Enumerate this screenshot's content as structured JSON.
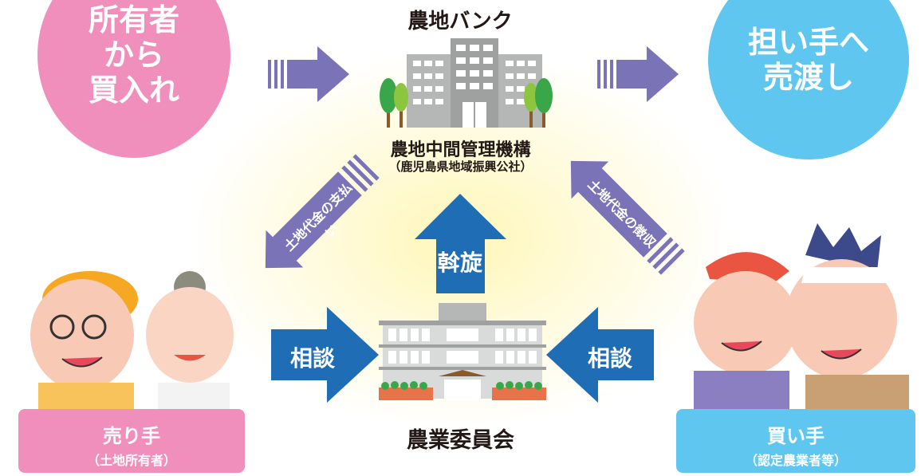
{
  "owner_circle": {
    "lines": [
      "所有者",
      "から",
      "買入れ"
    ]
  },
  "buyer_circle": {
    "lines": [
      "担い手へ",
      "売渡し"
    ]
  },
  "bank": {
    "title": "農地バンク",
    "name": "農地中間管理機構",
    "sub": "（鹿児島県地域振興公社）"
  },
  "committee": {
    "name": "農業委員会"
  },
  "arrows": {
    "mediation": "斡旋",
    "consult_left": "相談",
    "consult_right": "相談",
    "payment": "土地代金の支払い",
    "collection": "土地代金の徴収"
  },
  "seller": {
    "label": "売り手",
    "sub": "（土地所有者）"
  },
  "buyer": {
    "label": "買い手",
    "sub": "（認定農業者等）"
  },
  "colors": {
    "pink": "#f08fbc",
    "sky": "#5fc7ef",
    "purple": "#7a73b8",
    "blue": "#1f6db5",
    "building": "#9fa0a0"
  }
}
